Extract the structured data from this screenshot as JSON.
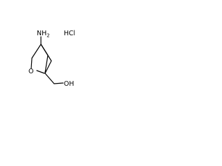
{
  "molecule": {
    "amine_label": "NH",
    "amine_subscript": "2",
    "oxygen_label": "O",
    "hydroxyl_label": "OH",
    "salt_label": "HCl"
  }
}
